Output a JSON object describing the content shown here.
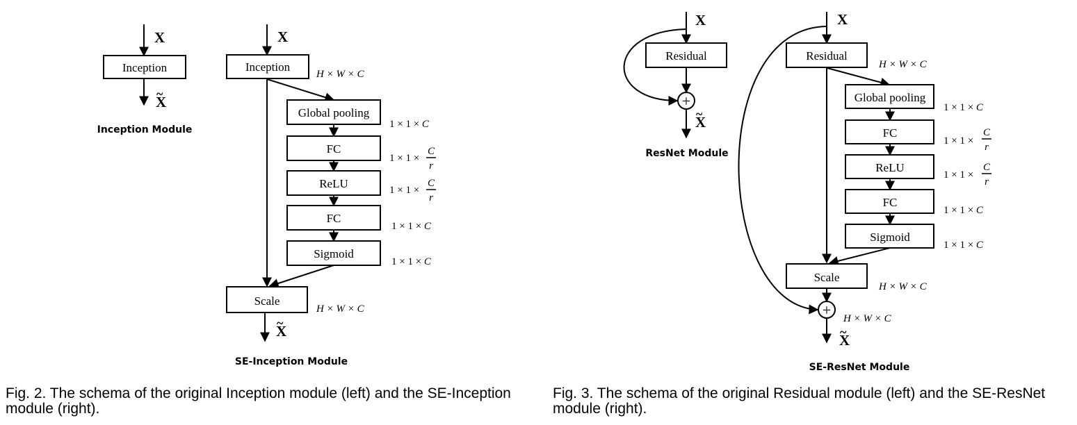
{
  "symbols": {
    "x": "X",
    "x_tilde": "X̃",
    "tilde": "~",
    "plus": "+"
  },
  "dims": {
    "hwc": "H × W × C",
    "c11_prefix": "1 × 1 × ",
    "c": "C",
    "r": "r"
  },
  "fig2": {
    "left": {
      "block": "Inception",
      "module_label": "Inception Module"
    },
    "right": {
      "block": "Inception",
      "layers": [
        "Global pooling",
        "FC",
        "ReLU",
        "FC",
        "Sigmoid"
      ],
      "scale": "Scale",
      "module_label": "SE-Inception Module"
    },
    "caption": "Fig. 2. The schema of the original Inception module (left) and the SE-Inception module (right)."
  },
  "fig3": {
    "left": {
      "block": "Residual",
      "module_label": "ResNet Module"
    },
    "right": {
      "block": "Residual",
      "layers": [
        "Global pooling",
        "FC",
        "ReLU",
        "FC",
        "Sigmoid"
      ],
      "scale": "Scale",
      "module_label": "SE-ResNet Module"
    },
    "caption": "Fig. 3. The schema of the original Residual module (left) and the SE-ResNet module (right)."
  }
}
